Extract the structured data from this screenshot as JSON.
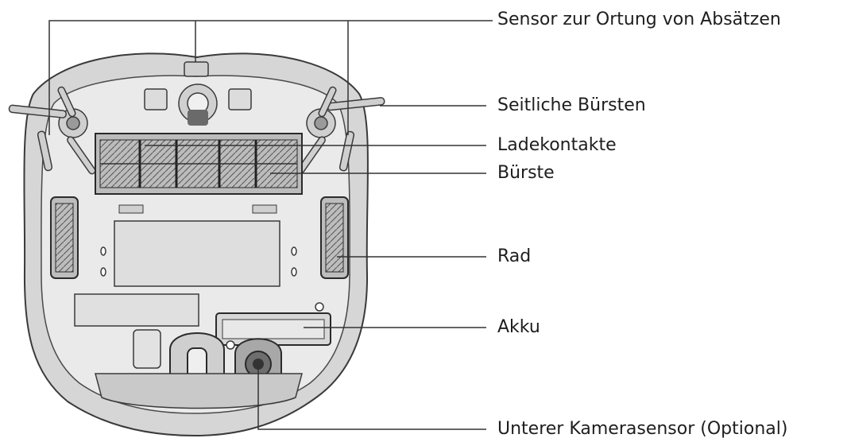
{
  "labels": {
    "sensor": "Sensor zur Ortung von Absätzen",
    "side_brushes": "Seitliche Bürsten",
    "charge_contacts": "Ladekontakte",
    "brush": "Bürste",
    "wheel": "Rad",
    "battery": "Akku",
    "camera": "Unterer Kamerasensor (Optional)"
  },
  "icons": [
    "robot-vacuum-underside-illustration"
  ]
}
